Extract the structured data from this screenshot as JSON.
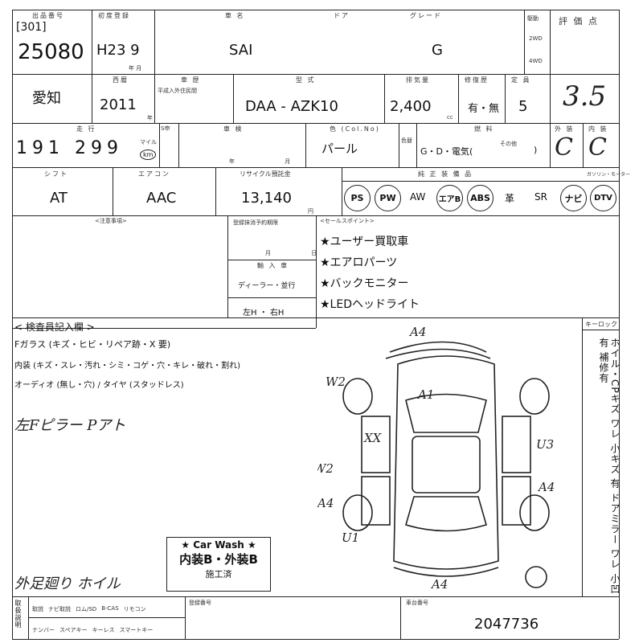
{
  "header": {
    "lot_label": "出品番号",
    "lot_bracket": "[301]",
    "lot_number": "25080",
    "first_reg_label": "初度登録",
    "first_reg_value": "H23 9",
    "first_reg_unit": "年 月",
    "car_name_label": "車 名",
    "car_name": "SAI",
    "door_label": "ドア",
    "grade_label": "グレード",
    "grade": "G",
    "drive_label": "駆動",
    "drive_2wd": "2WD",
    "drive_4wd": "4WD",
    "score_label": "評 価 点",
    "score": "3.5"
  },
  "row2": {
    "location": "愛知",
    "year_label": "西暦",
    "year": "2011",
    "year_unit": "年",
    "history_label": "車 歴",
    "history_sub": "平成入外住民間",
    "model_label": "型 式",
    "model": "DAA - AZK10",
    "displacement_label": "排気量",
    "displacement": "2,400",
    "cc": "cc",
    "repair_label": "修復歴",
    "repair_value": "有・無",
    "capacity_label": "定 員",
    "capacity": "5"
  },
  "row3": {
    "mileage_label": "走 行",
    "mileage": "191 299",
    "mileage_unit_mile": "マイル",
    "mileage_unit_km": "km",
    "exchange_label": "S申",
    "inspection_label": "車 検",
    "inspection_unit": "年 月",
    "color_label": "色 (Col.No)",
    "color": "パール",
    "color_change": "色替",
    "fuel_label": "燃 料",
    "fuel_value": "G・D・電気(",
    "fuel_other": "その他",
    "fuel_close": ")",
    "exterior_label": "外 装",
    "exterior": "C",
    "interior_label": "内 装",
    "interior": "C"
  },
  "row4": {
    "shift_label": "シフト",
    "shift": "AT",
    "ac_label": "エアコン",
    "ac": "AAC",
    "recycle_label": "リサイクル預託金",
    "recycle": "13,140",
    "recycle_unit": "円",
    "equipment_label": "純 正 装 備 品",
    "gauge_label": "ガソリン・モーター",
    "equipment": [
      "PS",
      "PW",
      "AW",
      "エアB",
      "ABS",
      "革",
      "SR",
      "ナビ",
      "DTV"
    ]
  },
  "notes": {
    "caution_label": "<注意事項>",
    "transfer_label": "登録抹消予約期限",
    "transfer_unit": "月 日",
    "import_label": "輸 入 車",
    "import_value": "ディーラー・並行",
    "handle_value": "左H ・ 右H",
    "sales_label": "<セールスポイント>",
    "sales_points": [
      "★ユーザー買取車",
      "★エアロパーツ",
      "★バックモニター",
      "★LEDヘッドライト"
    ]
  },
  "inspector": {
    "title": "< 検査員記入欄 >",
    "lines": [
      "Fガラス (キズ・ヒビ・リペア跡・X 要)",
      "内装 (キズ・スレ・汚れ・シミ・コゲ・穴・キレ・破れ・割れ)",
      "オーディオ (無し・穴) / タイヤ (スタッドレス)"
    ],
    "handwritten_1": "左Fピラー Pアト",
    "handwritten_2": "外足廻り ホイル"
  },
  "diagram": {
    "marks": [
      "A4",
      "A1",
      "W2",
      "XX",
      "U3",
      "W2",
      "A4",
      "A4",
      "U1",
      "A4"
    ],
    "keylock_label": "キーロック",
    "side_notes": "ホイル・CPキズ ワレ 小キズ 有 ドアミラー ワレ 小凹 有 補修有"
  },
  "carwash": {
    "title": "★ Car Wash ★",
    "grade": "内装B・外装B",
    "done": "施工済"
  },
  "footer": {
    "label_left": "取扱説明",
    "items_row1": [
      "取説",
      "ナビ取説",
      "ロム/SD",
      "B-CAS",
      "リモコン"
    ],
    "items_row2": [
      "ナンバー",
      "スペアキー",
      "キーレス",
      "スマートキー"
    ],
    "remarks_label": "登録番号",
    "chassis_label": "車台番号",
    "chassis_number": "2047736"
  }
}
